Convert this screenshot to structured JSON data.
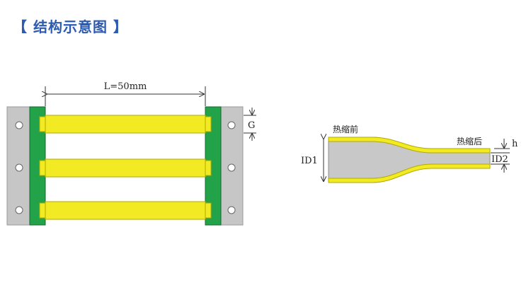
{
  "header": {
    "title": "【 结构示意图 】"
  },
  "colors": {
    "title": "#2d5bb0",
    "frame": "#c6c6c6",
    "green": "#23a349",
    "yellow": "#f2ea22",
    "tube_body": "#c8c8c8"
  },
  "diagram_left": {
    "length_label": "L=50mm",
    "gap_label": "G"
  },
  "diagram_right": {
    "before_label": "热缩前",
    "after_label": "热缩后",
    "id1_label": "ID1",
    "id2_label": "ID2",
    "h_label": "h"
  }
}
